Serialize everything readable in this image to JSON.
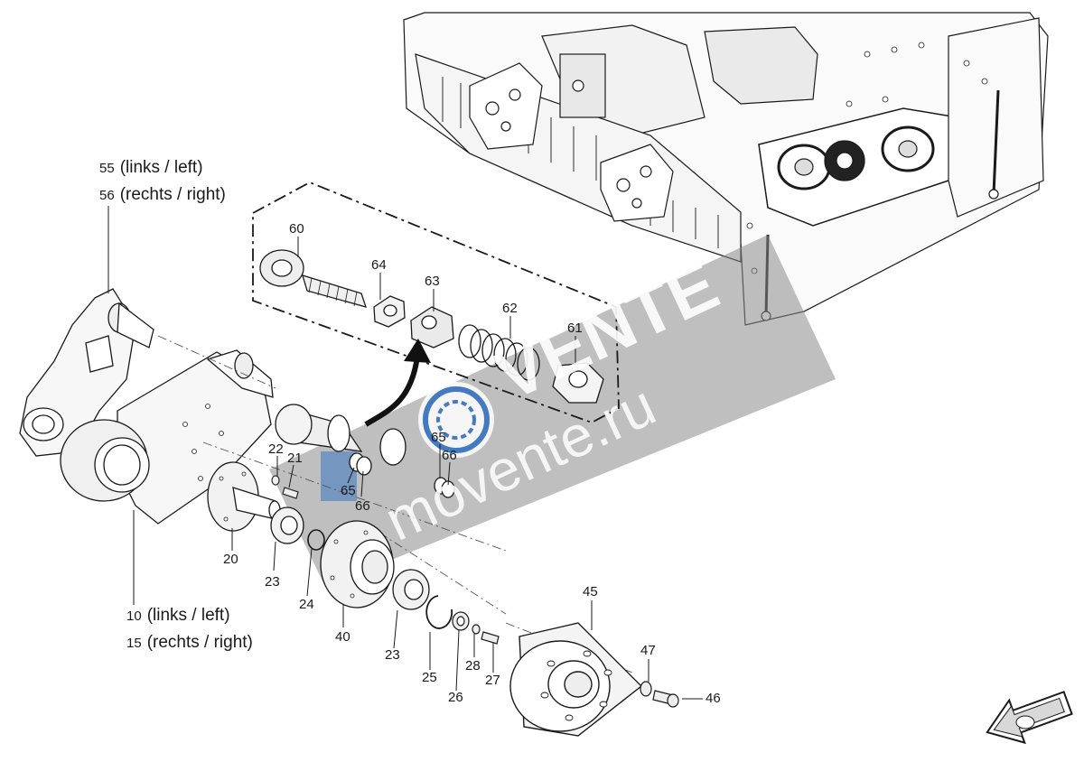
{
  "callouts": {
    "side_links_top": "55",
    "side_links_top_text": "(links / left)",
    "side_rechts_top": "56",
    "side_rechts_top_text": "(rechts / right)",
    "side_links_bottom": "10",
    "side_links_bottom_text": "(links / left)",
    "side_rechts_bottom": "15",
    "side_rechts_bottom_text": "(rechts / right)"
  },
  "parts": {
    "p60": "60",
    "p64": "64",
    "p63": "63",
    "p62": "62",
    "p61": "61",
    "p65a": "65",
    "p66a": "66",
    "p65b": "65",
    "p66b": "66",
    "p22": "22",
    "p21": "21",
    "p20": "20",
    "p23a": "23",
    "p24": "24",
    "p40": "40",
    "p23b": "23",
    "p25": "25",
    "p26": "26",
    "p28": "28",
    "p27": "27",
    "p45": "45",
    "p47": "47",
    "p46": "46"
  },
  "watermark": {
    "brand": "VENTE",
    "site": "movente.ru"
  },
  "colors": {
    "line": "#1a1a1a",
    "watermark_band": "#8a8a8a",
    "watermark_text": "#ffffff",
    "accent_blue": "#2f6fc0"
  },
  "icons": {
    "direction_arrow": "direction-arrow-icon",
    "watermark_logo": "movente-logo-icon"
  }
}
